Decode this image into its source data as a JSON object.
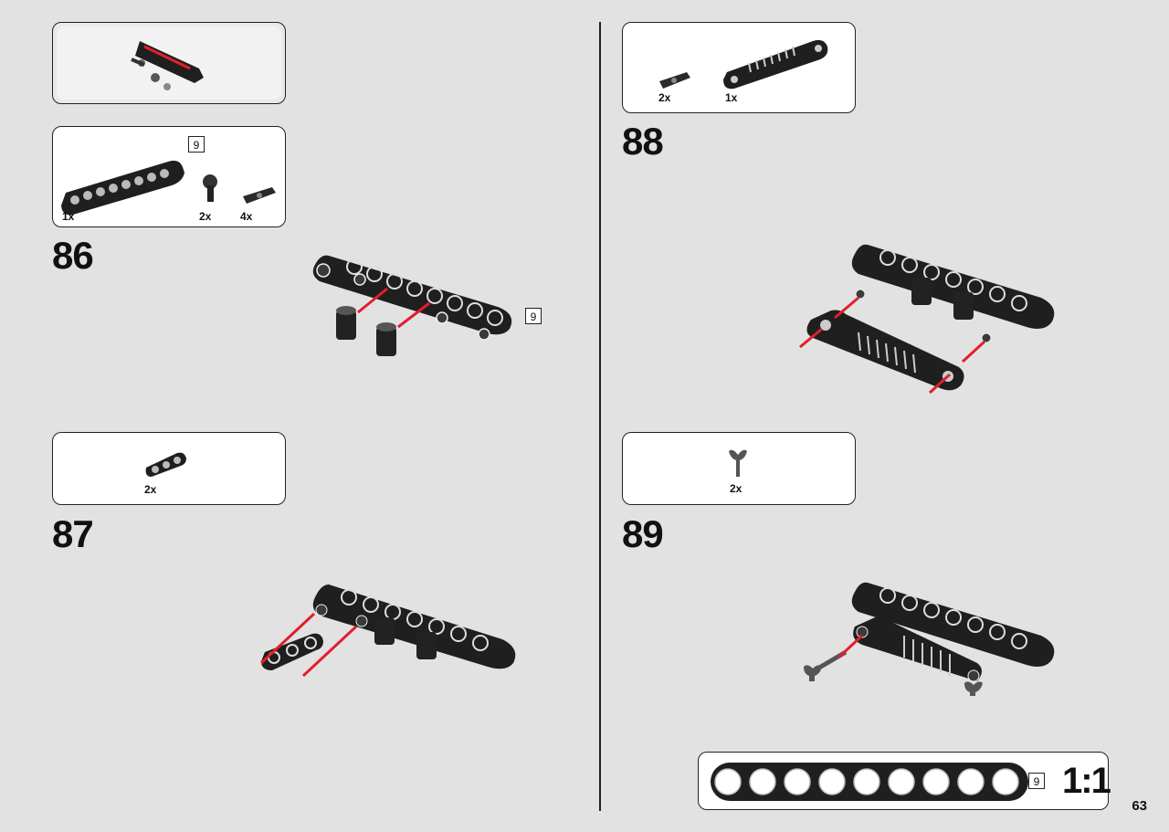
{
  "page": {
    "number": "63"
  },
  "left": {
    "submodel": {},
    "step86": {
      "number": "86",
      "parts": [
        {
          "qty": "1x",
          "name": "beam-9-icon"
        },
        {
          "qty": "2x",
          "name": "ball-joint-icon"
        },
        {
          "qty": "4x",
          "name": "pin-icon"
        }
      ],
      "callout_length": "9",
      "assembly_callout": "9"
    },
    "step87": {
      "number": "87",
      "parts": [
        {
          "qty": "2x",
          "name": "beam-3-icon"
        }
      ]
    }
  },
  "right": {
    "step88": {
      "number": "88",
      "parts": [
        {
          "qty": "2x",
          "name": "pin-icon"
        },
        {
          "qty": "1x",
          "name": "gear-rack-beam-icon"
        }
      ]
    },
    "step89": {
      "number": "89",
      "parts": [
        {
          "qty": "2x",
          "name": "ball-cup-icon"
        }
      ]
    },
    "scale_reference": {
      "length": "9",
      "scale_label": "1:1"
    }
  },
  "colors": {
    "background": "#e2e2e2",
    "part": "#1f1f1f",
    "arrow": "#e0202c",
    "panel": "#ffffff"
  }
}
